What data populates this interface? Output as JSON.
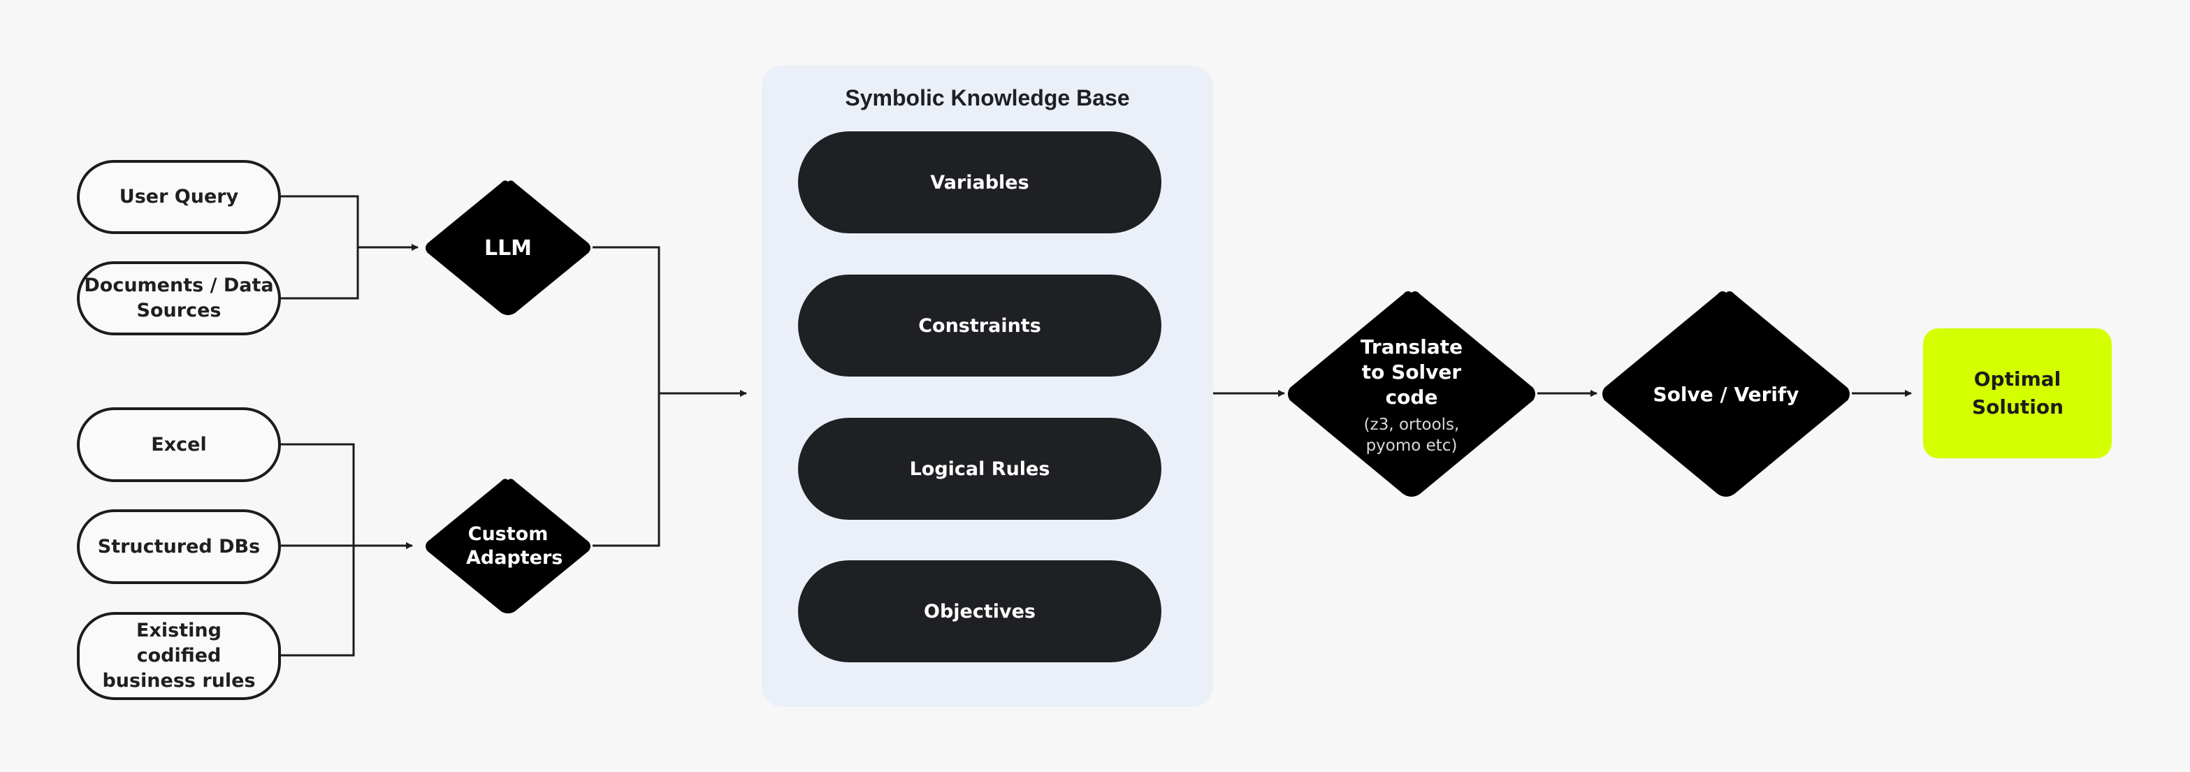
{
  "inputs": {
    "group1": [
      "User Query",
      "Documents / Data Sources"
    ],
    "group2": [
      "Excel",
      "Structured DBs",
      "Existing codified business rules"
    ]
  },
  "processors": {
    "llm": "LLM",
    "adapters": "Custom Adapters"
  },
  "knowledge_base": {
    "title": "Symbolic Knowledge Base",
    "items": [
      "Variables",
      "Constraints",
      "Logical Rules",
      "Objectives"
    ]
  },
  "pipeline": {
    "translate": {
      "title": "Translate to Solver code",
      "subtitle": "(z3, ortools, pyomo etc)"
    },
    "solve": "Solve / Verify",
    "output": "Optimal Solution"
  },
  "colors": {
    "background": "#f7f7f7",
    "panel": "#eaeff8",
    "dark_node": "#1f2023",
    "diamond": "#000000",
    "accent": "#d4ff00",
    "line": "#1c1c1c"
  }
}
